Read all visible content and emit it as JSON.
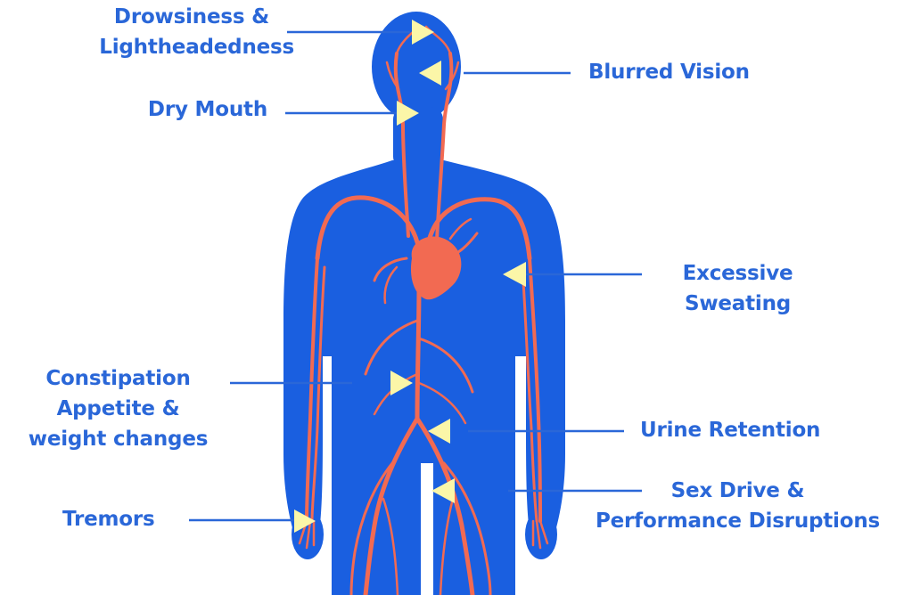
{
  "colors": {
    "body": "#1a5fe0",
    "vessel": "#f26a52",
    "marker": "#fbf6a8",
    "text": "#2a67d8",
    "leader": "#2a67d8",
    "background": "#ffffff"
  },
  "symptoms": {
    "drowsiness": {
      "line1": "Drowsiness &",
      "line2": "Lightheadedness"
    },
    "blurred_vision": {
      "line1": "Blurred Vision"
    },
    "dry_mouth": {
      "line1": "Dry Mouth"
    },
    "sweating": {
      "line1": "Excessive",
      "line2": "Sweating"
    },
    "constipation": {
      "line1": "Constipation",
      "line2": "Appetite &",
      "line3": "weight changes"
    },
    "urine": {
      "line1": "Urine Retention"
    },
    "sex_drive": {
      "line1": "Sex Drive &",
      "line2": "Performance Disruptions"
    },
    "tremors": {
      "line1": "Tremors"
    }
  }
}
